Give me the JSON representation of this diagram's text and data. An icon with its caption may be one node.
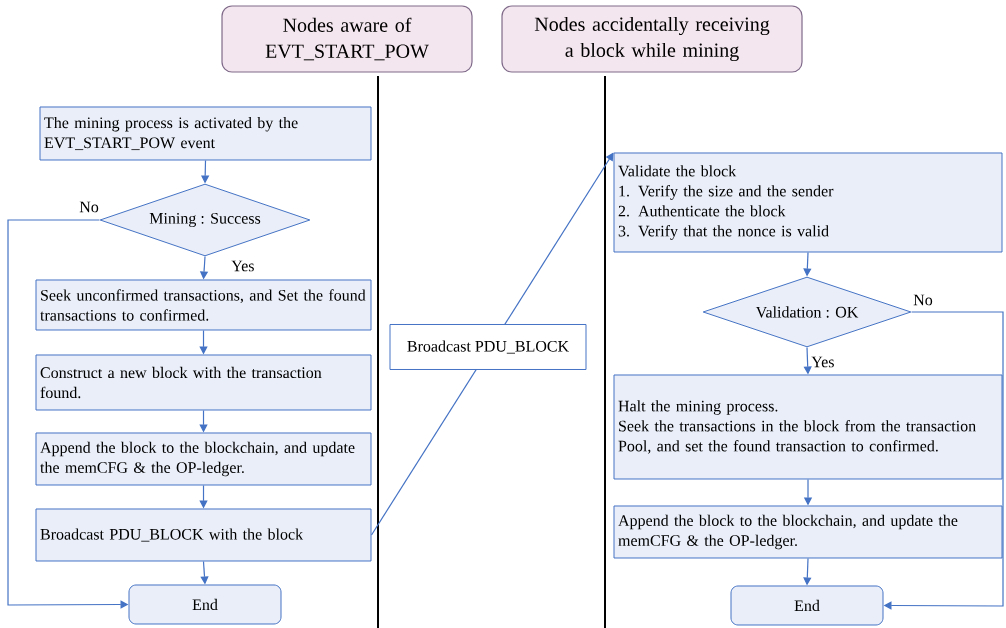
{
  "diagram": {
    "nodes": [
      {
        "text": [
          "Nodes aware of EVT_START_POW"
        ]
      },
      {
        "text": [
          "Nodes accidentally receiving a block while mining"
        ]
      },
      {
        "text": [
          "The mining process is activated by the EVT_START_POW event"
        ]
      },
      {
        "text": [
          "Mining : Success"
        ]
      },
      {
        "text": [
          "Seek unconfirmed transactions, and Set the found transactions to confirmed."
        ]
      },
      {
        "text": [
          "Construct a new block with the transaction found."
        ]
      },
      {
        "text": [
          "Append the block to the blockchain, and update the memCFG & the OP-ledger."
        ]
      },
      {
        "text": [
          "Broadcast PDU_BLOCK  with the block"
        ]
      },
      {
        "text": [
          "End"
        ]
      },
      {
        "text": [
          "Validate the block",
          "1. Verify the size and the sender",
          "2. Authenticate the block",
          "3. Verify that the nonce is valid"
        ]
      },
      {
        "text": [
          "Validation : OK"
        ]
      },
      {
        "text": [
          "Halt the mining process.",
          "Seek the transactions in the block from the transaction Pool, and set the found transaction to confirmed."
        ]
      },
      {
        "text": [
          "Append the block to the blockchain, and update the memCFG & the OP-ledger."
        ]
      },
      {
        "text": [
          "End"
        ]
      }
    ],
    "edges": [
      {
        "from": 2,
        "to": 3,
        "arrow": "to"
      },
      {
        "from": 3,
        "to": 4,
        "arrow": "to",
        "label": "Yes"
      },
      {
        "from": 3,
        "to": 8,
        "arrow": "to",
        "label": "No"
      },
      {
        "from": 4,
        "to": 5,
        "arrow": "to"
      },
      {
        "from": 5,
        "to": 6,
        "arrow": "to"
      },
      {
        "from": 6,
        "to": 7,
        "arrow": "to"
      },
      {
        "from": 7,
        "to": 8,
        "arrow": "to"
      },
      {
        "from": 7,
        "to": 9,
        "arrow": "to",
        "label": "Broadcast PDU_BLOCK"
      },
      {
        "from": 9,
        "to": 10,
        "arrow": "to"
      },
      {
        "from": 10,
        "to": 11,
        "arrow": "to",
        "label": "Yes"
      },
      {
        "from": 10,
        "to": 13,
        "arrow": "to",
        "label": "No"
      },
      {
        "from": 11,
        "to": 12,
        "arrow": "to"
      },
      {
        "from": 12,
        "to": 13,
        "arrow": "to"
      }
    ]
  }
}
